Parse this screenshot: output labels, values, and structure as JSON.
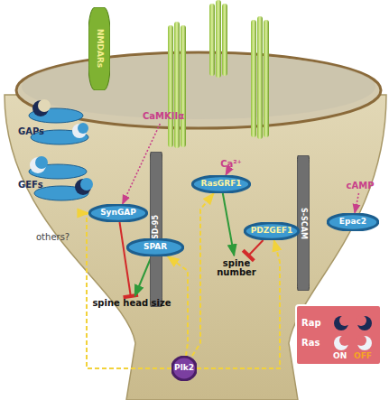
{
  "diagram": {
    "nodes": [
      {
        "text": [
          "NMDARs"
        ]
      },
      {
        "text": [
          "CaMKIIα"
        ]
      },
      {
        "text": [
          "Ca²⁺"
        ]
      },
      {
        "text": [
          "cAMP"
        ]
      },
      {
        "text": [
          "PSD-95"
        ]
      },
      {
        "text": [
          "S-SCAM"
        ]
      },
      {
        "text": [
          "RasGRF1"
        ]
      },
      {
        "text": [
          "PDZGEF1"
        ]
      },
      {
        "text": [
          "Epac2"
        ]
      },
      {
        "text": [
          "SynGAP"
        ]
      },
      {
        "text": [
          "SPAR"
        ]
      },
      {
        "text": [
          "spine head size"
        ]
      },
      {
        "text": [
          "spine number"
        ]
      },
      {
        "text": [
          "Plk2"
        ]
      }
    ],
    "edges": [
      {
        "from": 13,
        "to": 9,
        "arrow": "to"
      },
      {
        "from": 13,
        "to": 10,
        "arrow": "to"
      },
      {
        "from": 13,
        "to": 6,
        "arrow": "to"
      },
      {
        "from": 13,
        "to": 7,
        "arrow": "to"
      },
      {
        "from": 9,
        "to": 11,
        "arrow": "to"
      },
      {
        "from": 10,
        "to": 11,
        "arrow": "to"
      },
      {
        "from": 6,
        "to": 12,
        "arrow": "to"
      },
      {
        "from": 7,
        "to": 12,
        "arrow": "to"
      },
      {
        "from": 1,
        "to": 9,
        "arrow": "to"
      },
      {
        "from": 2,
        "to": 6,
        "arrow": "to"
      },
      {
        "from": 3,
        "to": 8,
        "arrow": "to"
      }
    ],
    "labels": [
      "GAPs",
      "GEFs",
      "others?",
      "ON",
      "OFF"
    ],
    "legend": [
      {
        "text": "Rap"
      },
      {
        "text": "Ras"
      }
    ]
  }
}
